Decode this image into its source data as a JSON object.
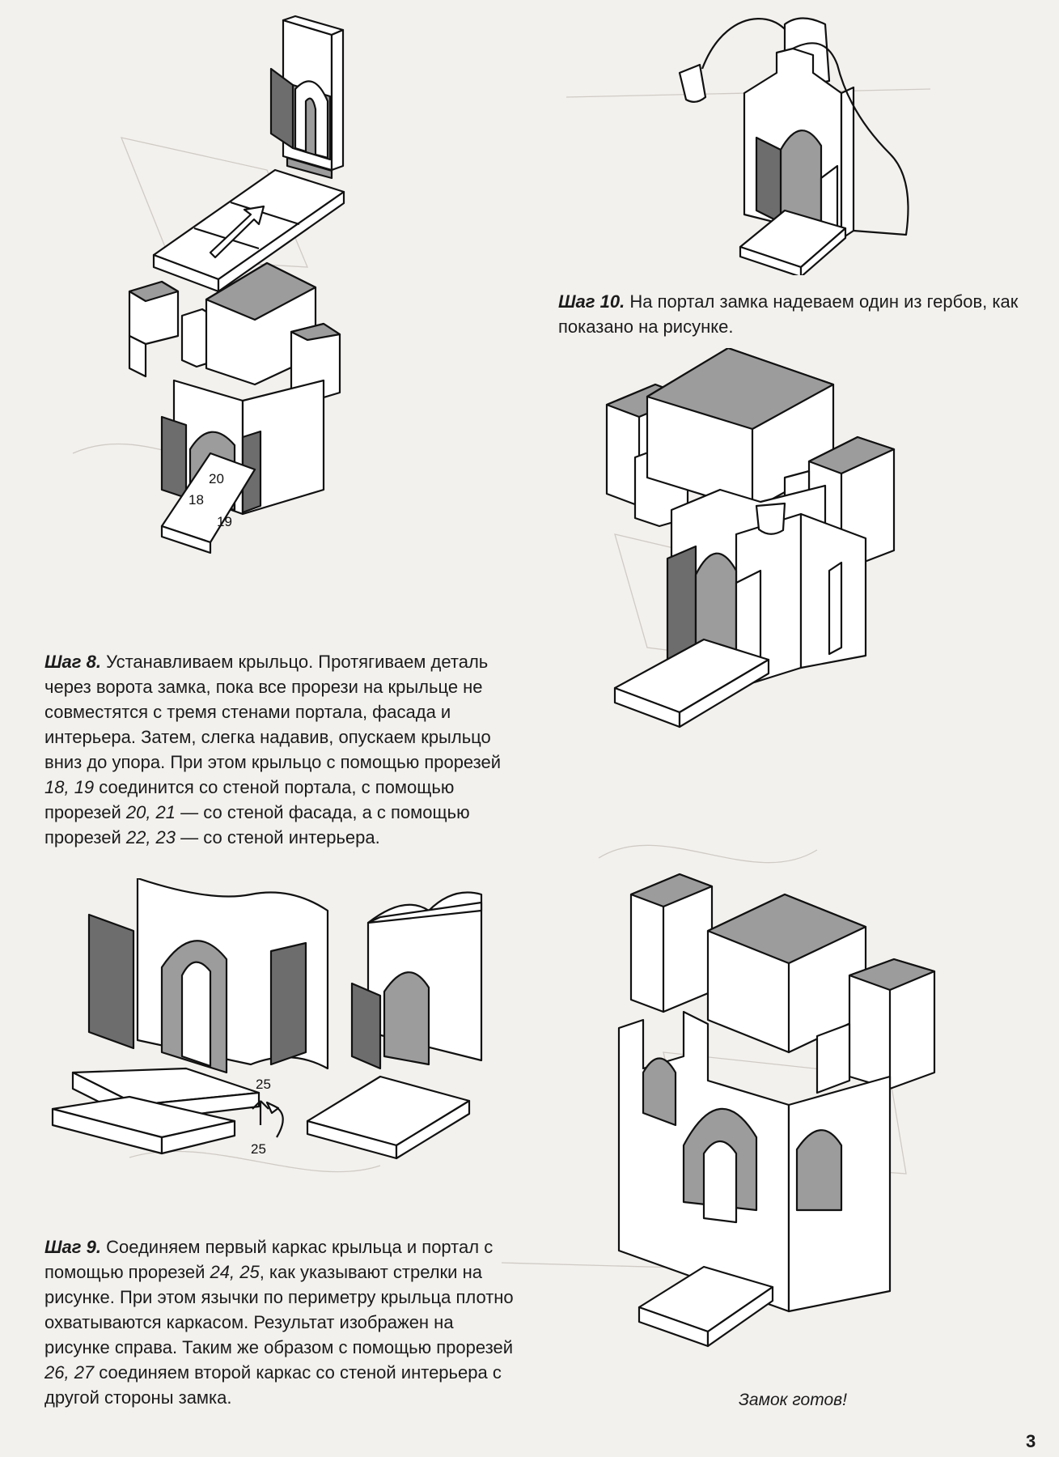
{
  "step8": {
    "label": "Шаг 8.",
    "text": [
      " Устанавливаем крыльцо. Протягиваем деталь через ворота замка, пока все прорези на крыльце не совместятся с тремя стенами портала, фасада и интерьера. Затем, слегка надавив, опускаем крыльцо вниз до упора. При этом крыльцо с помощью прорезей ",
      "18, 19",
      " соединится со стеной портала, с помощью прорезей ",
      "20, 21",
      " — со стеной фасада, а с помощью прорезей ",
      "22, 23",
      " — со стеной интерьера."
    ],
    "slot_labels": [
      "20",
      "18",
      "19"
    ]
  },
  "step9": {
    "label": "Шаг 9.",
    "text": [
      " Соединяем первый каркас крыльца и портал с помощью прорезей ",
      "24, 25",
      ", как указывают стрелки на рисунке. При этом язычки по периметру крыльца плотно охватываются каркасом. Результат изображен на рисунке справа. Таким же образом с помощью прорезей ",
      "26, 27",
      " соединяем второй каркас со стеной интерьера с другой стороны замка."
    ],
    "slot_labels": [
      "25",
      "25"
    ]
  },
  "step10": {
    "label": "Шаг 10.",
    "text": " На портал замка надеваем один из гербов, как показано на рисунке."
  },
  "final": {
    "caption": "Замок готов!"
  },
  "page": {
    "number": "3"
  }
}
